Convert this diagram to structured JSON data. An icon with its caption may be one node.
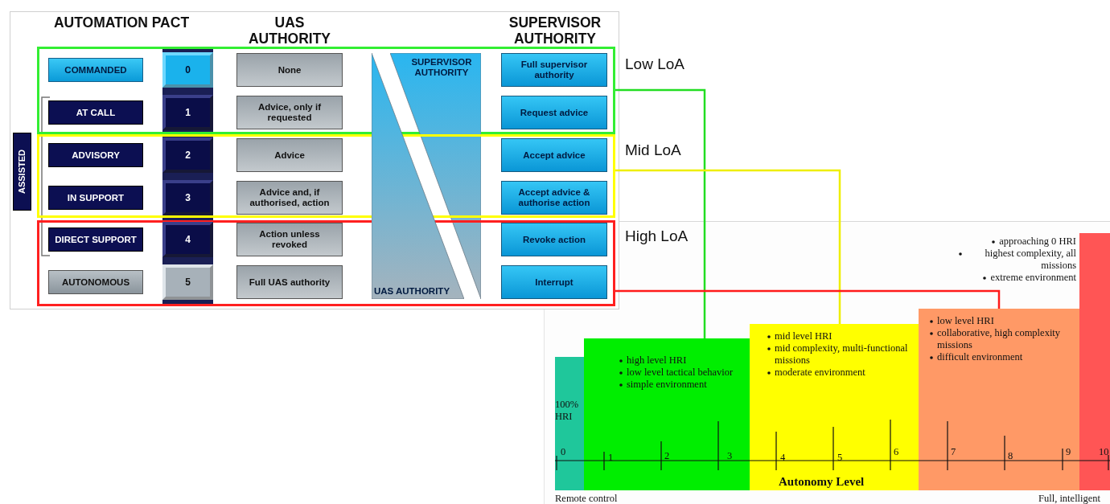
{
  "diagram": {
    "nodes": [
      {
        "text": [
          "Low LoA"
        ]
      },
      {
        "text": [
          "COMMANDED"
        ],
        "in": 0
      },
      {
        "text": [
          "0"
        ],
        "in": 0
      },
      {
        "text": [
          "None"
        ],
        "in": 0
      },
      {
        "text": [
          "Full supervisor authority"
        ],
        "in": 0
      },
      {
        "text": [
          "AT CALL"
        ],
        "in": 0
      },
      {
        "text": [
          "1"
        ],
        "in": 0
      },
      {
        "text": [
          "Advice, only if requested"
        ],
        "in": 0
      },
      {
        "text": [
          "Request advice"
        ],
        "in": 0
      },
      {
        "text": [
          "SUPERVISOR AUTHORITY"
        ]
      },
      {
        "text": [
          "ASSISTED"
        ]
      },
      {
        "text": [
          "Mid LoA"
        ]
      },
      {
        "text": [
          "ADVISORY"
        ],
        "in": 11
      },
      {
        "text": [
          "2"
        ],
        "in": 11
      },
      {
        "text": [
          "Advice"
        ],
        "in": 11
      },
      {
        "text": [
          "Accept advice"
        ],
        "in": 11
      },
      {
        "text": [
          "IN SUPPORT"
        ],
        "in": 11
      },
      {
        "text": [
          "3"
        ],
        "in": 11
      },
      {
        "text": [
          "Advice and, if authorised, action"
        ],
        "in": 11
      },
      {
        "text": [
          "Accept advice & authorise action"
        ],
        "in": 11
      },
      {
        "text": [
          "High LoA"
        ]
      },
      {
        "text": [
          "DIRECT SUPPORT"
        ],
        "in": 20
      },
      {
        "text": [
          "4"
        ],
        "in": 20
      },
      {
        "text": [
          "Action unless revoked"
        ],
        "in": 20
      },
      {
        "text": [
          "Revoke action"
        ],
        "in": 20
      },
      {
        "text": [
          "AUTONOMOUS"
        ],
        "in": 20
      },
      {
        "text": [
          "5"
        ],
        "in": 20
      },
      {
        "text": [
          "Full UAS authority"
        ],
        "in": 20
      },
      {
        "text": [
          "Interrupt"
        ],
        "in": 20
      },
      {
        "text": [
          "UAS AUTHORITY"
        ]
      },
      {
        "text": [
          "100% HRI"
        ]
      },
      {
        "text": [
          "high level HRI",
          "low level tactical behavior",
          "simple environment"
        ]
      },
      {
        "text": [
          "mid level HRI",
          "mid complexity, multi-functional missions",
          "moderate environment"
        ]
      },
      {
        "text": [
          "low level HRI",
          "collaborative, high complexity missions",
          "difficult environment"
        ]
      },
      {
        "text": [],
        "shape": "bar",
        "beside": [
          "approaching 0 HRI",
          "highest complexity, all missions",
          "extreme environment"
        ]
      }
    ],
    "edges": [
      {
        "from": 0,
        "to": 31,
        "arrow": "none",
        "color": "#22dd22"
      },
      {
        "from": 11,
        "to": 32,
        "arrow": "none",
        "color": "#eeee00"
      },
      {
        "from": 20,
        "to": 33,
        "arrow": "none",
        "color": "#ff1a1a"
      }
    ],
    "labels": [
      "AUTOMATION PACT",
      "UAS AUTHORITY",
      "SUPERVISOR AUTHORITY",
      "0",
      "1",
      "2",
      "3",
      "4",
      "5",
      "6",
      "7",
      "8",
      "9",
      "10",
      "Autonomy Level",
      "Remote control",
      "Full, intelligent"
    ]
  }
}
